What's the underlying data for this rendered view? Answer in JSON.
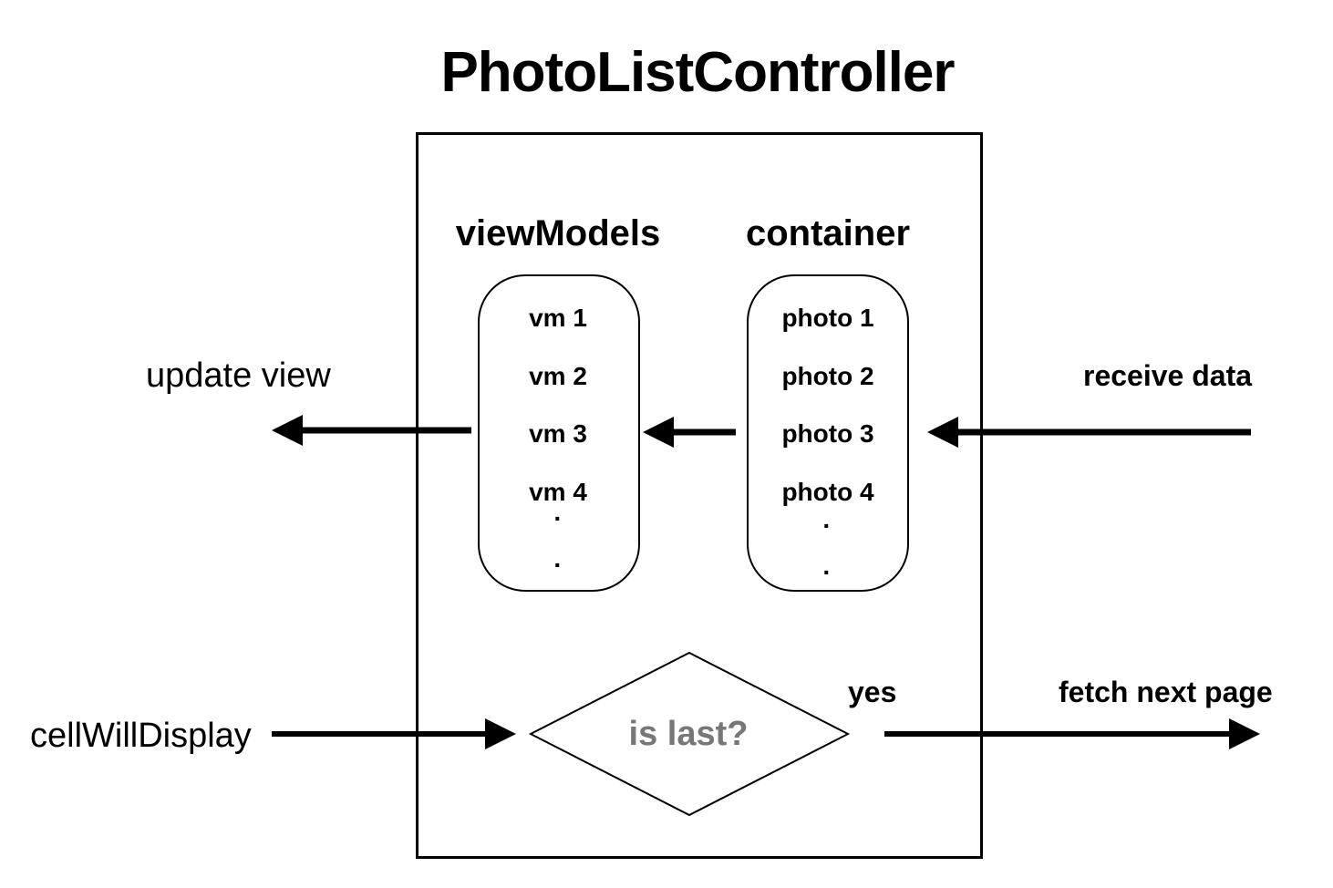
{
  "title": "PhotoListController",
  "viewModels": {
    "heading": "viewModels",
    "items": [
      "vm 1",
      "vm 2",
      "vm 3",
      "vm 4"
    ],
    "ellipsis": [
      "·",
      "·"
    ]
  },
  "container": {
    "heading": "container",
    "items": [
      "photo 1",
      "photo 2",
      "photo 3",
      "photo 4"
    ],
    "ellipsis": [
      "·",
      "·"
    ]
  },
  "labels": {
    "update_view": "update view",
    "receive_data": "receive data",
    "cell_will_display": "cellWillDisplay",
    "yes": "yes",
    "fetch_next_page": "fetch next page"
  },
  "decision": {
    "text": "is last?"
  }
}
